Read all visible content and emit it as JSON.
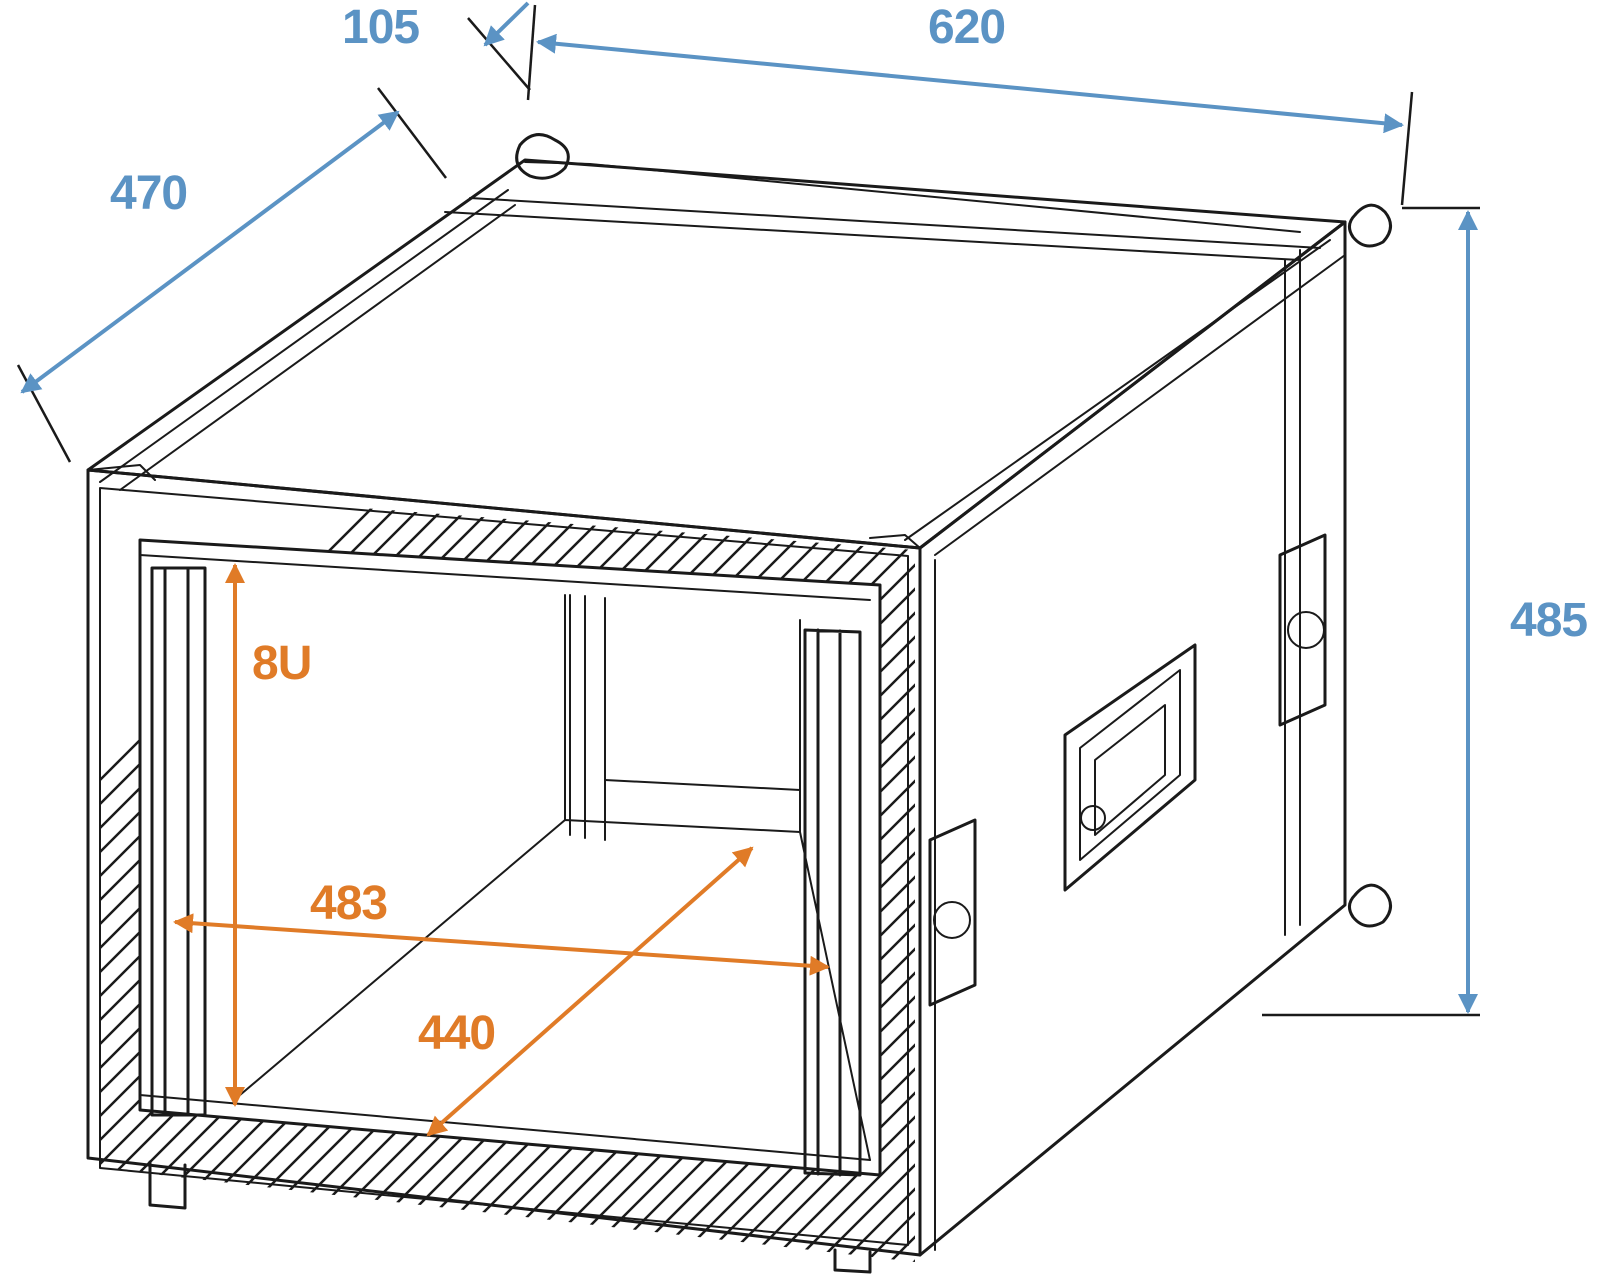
{
  "diagram": {
    "colors": {
      "outline": "#1a1a1a",
      "exterior_dimensions": "#5b93c4",
      "interior_dimensions": "#e07b27",
      "background": "#ffffff"
    },
    "exterior_dimensions": {
      "lid_depth": "105",
      "body_depth": "470",
      "width": "620",
      "height": "485"
    },
    "interior_dimensions": {
      "rack_units": "8U",
      "rack_width": "483",
      "mounting_depth": "440"
    },
    "parts": [
      "flight-case",
      "front-opening",
      "rack-rail",
      "side-handle",
      "butterfly-latch",
      "ball-corner",
      "caster-foot"
    ]
  }
}
